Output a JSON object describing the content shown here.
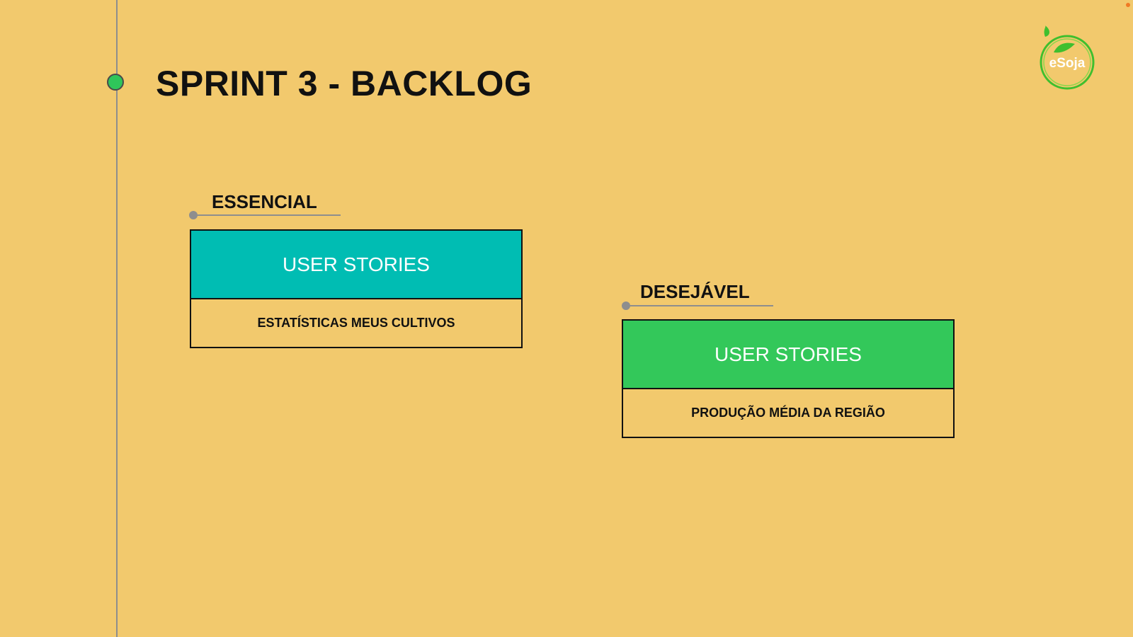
{
  "slide": {
    "title": "SPRINT 3 - BACKLOG",
    "logo_text": "eSoja",
    "logo_icon": "leaf-circle-logo"
  },
  "colors": {
    "background": "#f2c96d",
    "timeline": "#8e8e8e",
    "timeline_dot": "#2fc55a",
    "essencial_header": "#00bdb3",
    "desejavel_header": "#33c85a",
    "logo_green": "#3fbf2e"
  },
  "sections": [
    {
      "label": "ESSENCIAL",
      "header": "USER STORIES",
      "items": [
        "ESTATÍSTICAS MEUS CULTIVOS"
      ]
    },
    {
      "label": "DESEJÁVEL",
      "header": "USER STORIES",
      "items": [
        "PRODUÇÃO MÉDIA DA REGIÃO"
      ]
    }
  ]
}
